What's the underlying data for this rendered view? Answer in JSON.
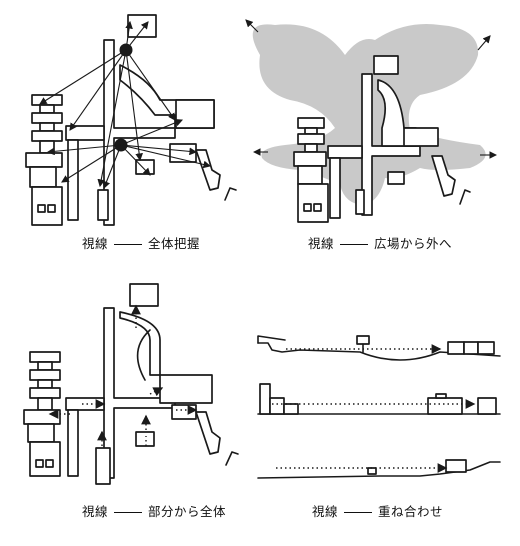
{
  "captions": {
    "p1": {
      "prefix": "視線",
      "title": "全体把握"
    },
    "p2": {
      "prefix": "視線",
      "title": "広場から外へ"
    },
    "p3": {
      "prefix": "視線",
      "title": "部分から全体"
    },
    "p4": {
      "prefix": "視線",
      "title": "重ね合わせ"
    }
  },
  "colors": {
    "ink": "#1a1a1a",
    "shade": "#9c9c9c",
    "background": "#ffffff"
  }
}
